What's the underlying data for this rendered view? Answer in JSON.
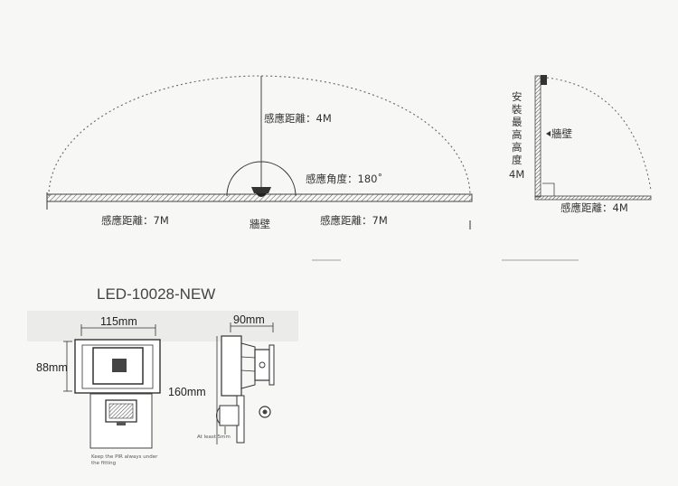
{
  "range_diagram": {
    "distance_top": "感應距離：4M",
    "angle": "感應角度：180˚",
    "distance_left": "感應距離：7M",
    "wall": "牆壁",
    "distance_right": "感應距離：7M"
  },
  "side_view": {
    "install_height_chars": [
      "安",
      "裝",
      "最",
      "高",
      "高",
      "度"
    ],
    "install_height_value": "4M",
    "wall": "牆壁",
    "distance": "感應距離：4M"
  },
  "product": {
    "model": "LED-10028-NEW",
    "width": "115mm",
    "height_left": "88mm",
    "depth": "90mm",
    "height_total": "160mm",
    "pir_note_line1": "Keep the PIR always under",
    "pir_note_line2": "the fitting",
    "gap_note": "At least 5mm"
  }
}
